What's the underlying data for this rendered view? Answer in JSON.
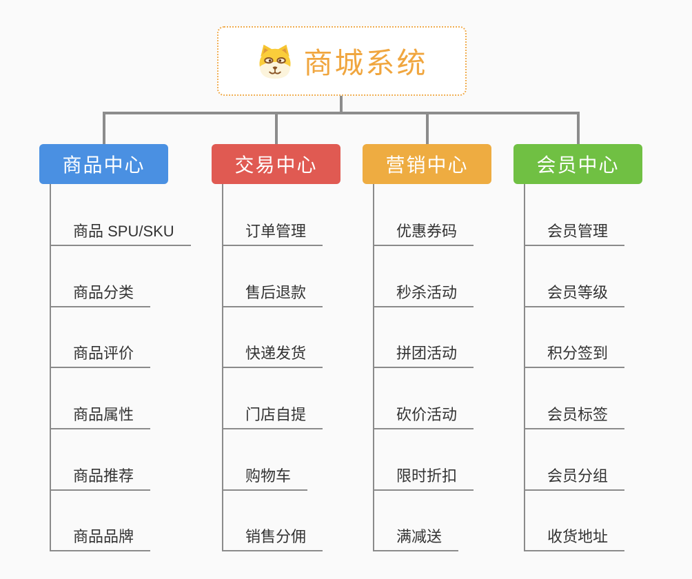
{
  "root": {
    "title": "商城系统",
    "icon": "dog-face",
    "accent_color": "#F0A63F",
    "border_color": "#F0AC4E"
  },
  "canvas": {
    "background": "#FAFAFA",
    "connector_color": "#8C8C8C"
  },
  "branches": [
    {
      "label": "商品中心",
      "color": "#4A90E2",
      "children": [
        "商品 SPU/SKU",
        "商品分类",
        "商品评价",
        "商品属性",
        "商品推荐",
        "商品品牌"
      ]
    },
    {
      "label": "交易中心",
      "color": "#E05A52",
      "children": [
        "订单管理",
        "售后退款",
        "快递发货",
        "门店自提",
        "购物车",
        "销售分佣"
      ]
    },
    {
      "label": "营销中心",
      "color": "#EEAC41",
      "children": [
        "优惠券码",
        "秒杀活动",
        "拼团活动",
        "砍价活动",
        "限时折扣",
        "满减送"
      ]
    },
    {
      "label": "会员中心",
      "color": "#70C043",
      "children": [
        "会员管理",
        "会员等级",
        "积分签到",
        "会员标签",
        "会员分组",
        "收货地址"
      ]
    }
  ]
}
